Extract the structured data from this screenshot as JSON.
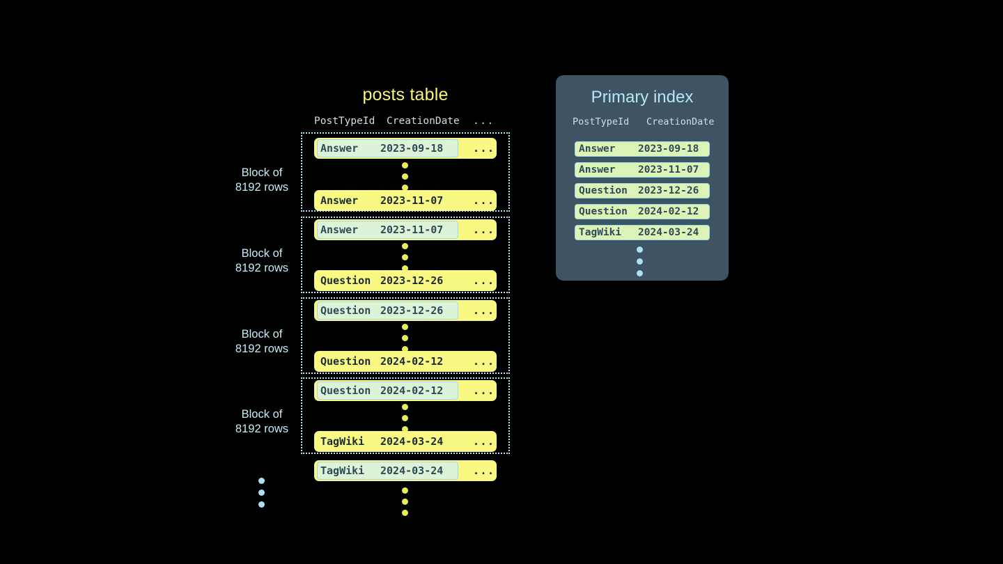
{
  "posts_table": {
    "title": "posts table",
    "headers": {
      "type": "PostTypeId",
      "date": "CreationDate",
      "more": "..."
    },
    "block_label": "Block of\n8192 rows",
    "block_label_line1": "Block of",
    "block_label_line2": "8192 rows",
    "blocks": [
      {
        "label_line1": "Block of",
        "label_line2": "8192 rows",
        "first_row": {
          "type": "Answer",
          "date": "2023-09-18",
          "more": "...",
          "highlighted": true
        },
        "last_row": {
          "type": "Answer",
          "date": "2023-11-07",
          "more": "...",
          "highlighted": false
        }
      },
      {
        "label_line1": "Block of",
        "label_line2": "8192 rows",
        "first_row": {
          "type": "Answer",
          "date": "2023-11-07",
          "more": "...",
          "highlighted": true
        },
        "last_row": {
          "type": "Question",
          "date": "2023-12-26",
          "more": "...",
          "highlighted": false
        }
      },
      {
        "label_line1": "Block of",
        "label_line2": "8192 rows",
        "first_row": {
          "type": "Question",
          "date": "2023-12-26",
          "more": "...",
          "highlighted": true
        },
        "last_row": {
          "type": "Question",
          "date": "2024-02-12",
          "more": "...",
          "highlighted": false
        }
      },
      {
        "label_line1": "Block of",
        "label_line2": "8192 rows",
        "first_row": {
          "type": "Question",
          "date": "2024-02-12",
          "more": "...",
          "highlighted": true
        },
        "last_row": {
          "type": "TagWiki",
          "date": "2024-03-24",
          "more": "...",
          "highlighted": false
        }
      }
    ],
    "trailing_row": {
      "type": "TagWiki",
      "date": "2024-03-24",
      "more": "...",
      "highlighted": true
    }
  },
  "primary_index": {
    "title": "Primary index",
    "headers": {
      "type": "PostTypeId",
      "date": "CreationDate"
    },
    "rows": [
      {
        "type": "Answer",
        "date": "2023-09-18"
      },
      {
        "type": "Answer",
        "date": "2023-11-07"
      },
      {
        "type": "Question",
        "date": "2023-12-26"
      },
      {
        "type": "Question",
        "date": "2024-02-12"
      },
      {
        "type": "TagWiki",
        "date": "2024-03-24"
      }
    ]
  },
  "colors": {
    "background": "#000000",
    "row_yellow": "#f8f882",
    "highlight_mint": "#dcf3d8",
    "index_row_green": "#dcf3b8",
    "accent_blue": "#b8e8f5",
    "panel_slate": "#3e5463",
    "title_yellow": "#f5f57a",
    "dot_yellow": "#ecec55"
  }
}
